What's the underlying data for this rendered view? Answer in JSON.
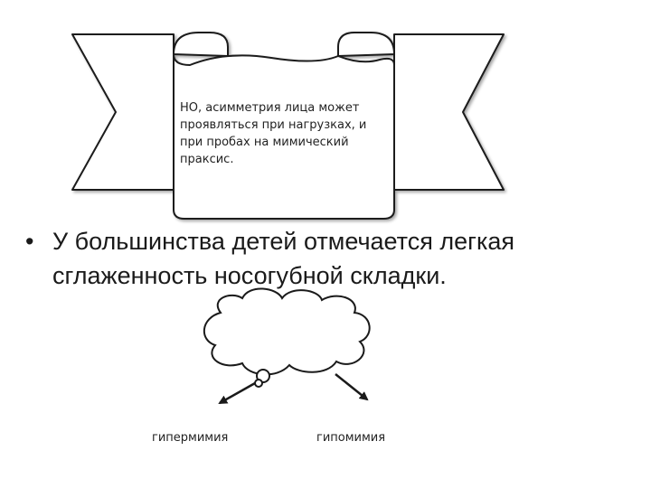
{
  "banner": {
    "text": "НО, асимметрия лица может проявляться при нагрузках, и при пробах на мимический праксис."
  },
  "bullet": {
    "marker": "•",
    "text": "У большинства детей  отмечается легкая сглаженность носогубной складки."
  },
  "branches": {
    "left_label": "гипермимия",
    "right_label": "гипомимия"
  },
  "colors": {
    "stroke": "#1a1a1a",
    "fill": "#ffffff",
    "text": "#222222"
  }
}
